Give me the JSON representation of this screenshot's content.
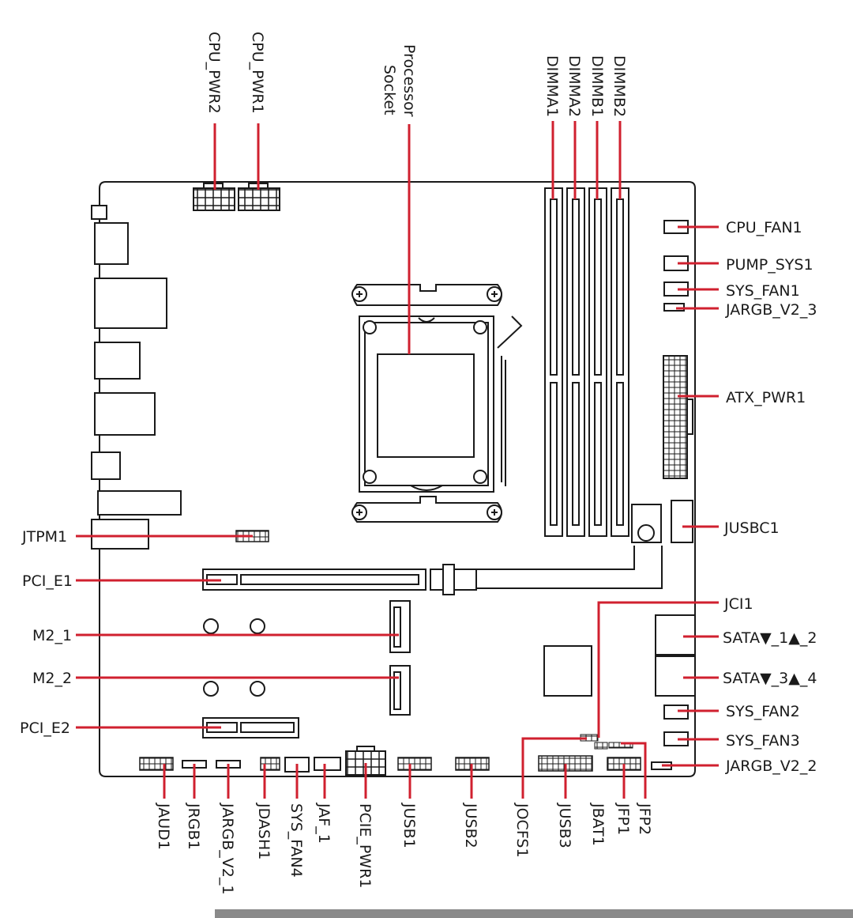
{
  "colors": {
    "leader": "#d0202f",
    "outline": "#1a1a1a",
    "footer_bar": "#8a8a8a"
  },
  "labels": {
    "cpu_pwr2": "CPU_PWR2",
    "cpu_pwr1": "CPU_PWR1",
    "processor": "Processor",
    "socket": "Socket",
    "dimma1": "DIMMA1",
    "dimma2": "DIMMA2",
    "dimmb1": "DIMMB1",
    "dimmb2": "DIMMB2",
    "cpu_fan1": "CPU_FAN1",
    "pump_sys1": "PUMP_SYS1",
    "sys_fan1": "SYS_FAN1",
    "jargb_v2_3": "JARGB_V2_3",
    "atx_pwr1": "ATX_PWR1",
    "jusbc1": "JUSBC1",
    "jci1": "JCI1",
    "sata_1_2": "SATA▼_1▲_2",
    "sata_3_4": "SATA▼_3▲_4",
    "sys_fan2": "SYS_FAN2",
    "sys_fan3": "SYS_FAN3",
    "jargb_v2_2": "JARGB_V2_2",
    "jtpm1": "JTPM1",
    "pci_e1": "PCI_E1",
    "m2_1": "M2_1",
    "m2_2": "M2_2",
    "pci_e2": "PCI_E2",
    "jaud1": "JAUD1",
    "jrgb1": "JRGB1",
    "jargb_v2_1": "JARGB_V2_1",
    "jdash1": "JDASH1",
    "sys_fan4": "SYS_FAN4",
    "jaf_1": "JAF_1",
    "pcie_pwr1": "PCIE_PWR1",
    "jusb1": "JUSB1",
    "jusb2": "JUSB2",
    "jocfs1": "JOCFS1",
    "jusb3": "JUSB3",
    "jbat1": "JBAT1",
    "jfp1": "JFP1",
    "jfp2": "JFP2"
  }
}
